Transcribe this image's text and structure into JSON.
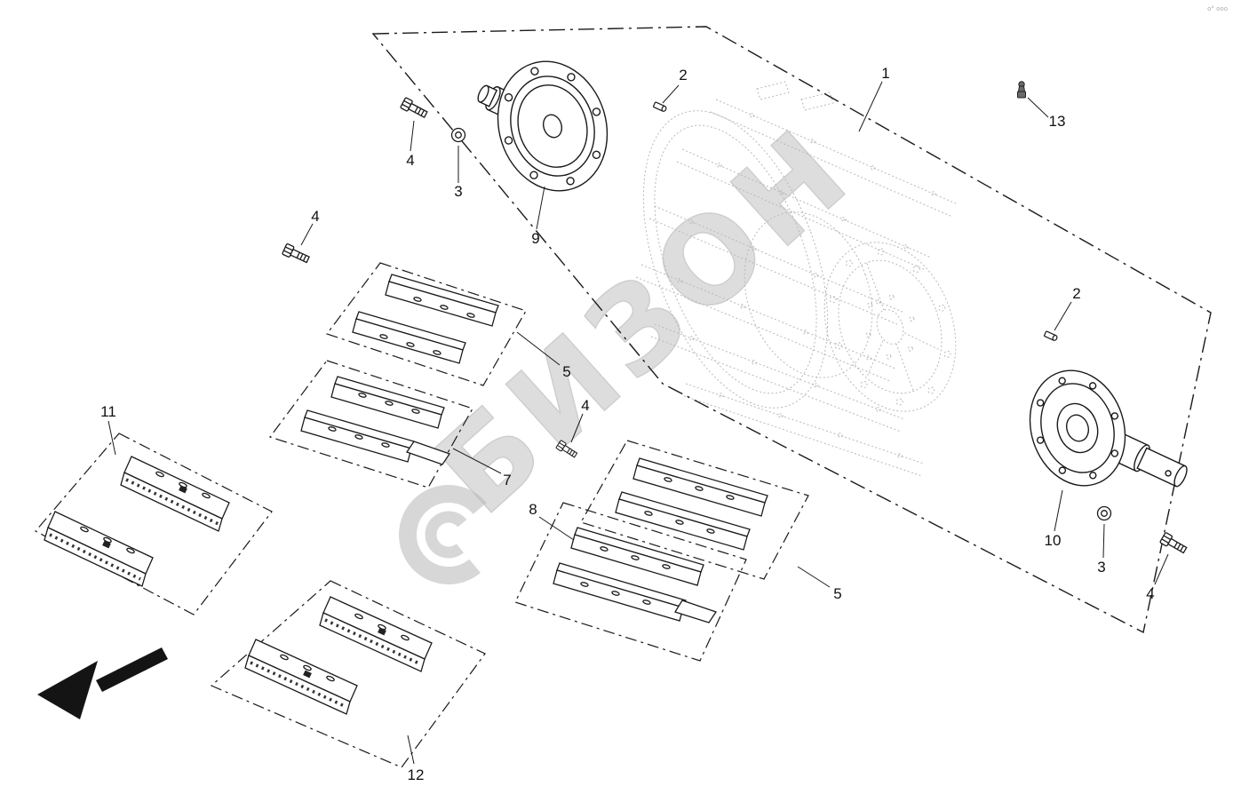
{
  "watermark": {
    "text": "БИЗОН"
  },
  "corner_mark": "o° ooo",
  "callouts": {
    "n1": "1",
    "n2a": "2",
    "n2b": "2",
    "n3a": "3",
    "n3b": "3",
    "n4a": "4",
    "n4b": "4",
    "n4c": "4",
    "n4d": "4",
    "n5a": "5",
    "n5b": "5",
    "n7": "7",
    "n8": "8",
    "n9": "9",
    "n10": "10",
    "n11": "11",
    "n12": "12",
    "n13": "13"
  }
}
